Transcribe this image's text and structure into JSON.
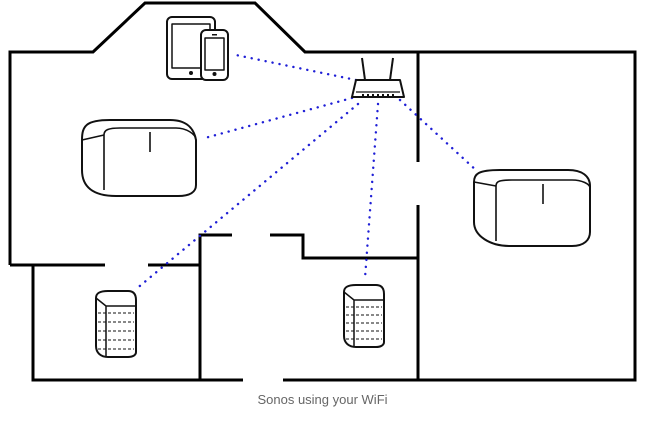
{
  "caption": "Sonos using your WiFi",
  "colors": {
    "walls": "#000000",
    "device_stroke": "#111111",
    "wifi_link": "#1f1fd6",
    "caption_text": "#666666",
    "background": "#ffffff"
  },
  "devices": [
    {
      "name": "router",
      "icon": "router-icon"
    },
    {
      "name": "tablet-and-phone",
      "icon": "tablet-phone-icon"
    },
    {
      "name": "sonos-speaker-left",
      "icon": "speaker-icon"
    },
    {
      "name": "sonos-speaker-right",
      "icon": "speaker-icon"
    },
    {
      "name": "sonos-speaker-small-left",
      "icon": "small-speaker-icon"
    },
    {
      "name": "sonos-speaker-small-center",
      "icon": "small-speaker-icon"
    }
  ],
  "wifi_links": [
    {
      "from": "router",
      "to": "tablet-and-phone"
    },
    {
      "from": "router",
      "to": "sonos-speaker-left"
    },
    {
      "from": "router",
      "to": "sonos-speaker-right"
    },
    {
      "from": "router",
      "to": "sonos-speaker-small-left"
    },
    {
      "from": "router",
      "to": "sonos-speaker-small-center"
    }
  ]
}
